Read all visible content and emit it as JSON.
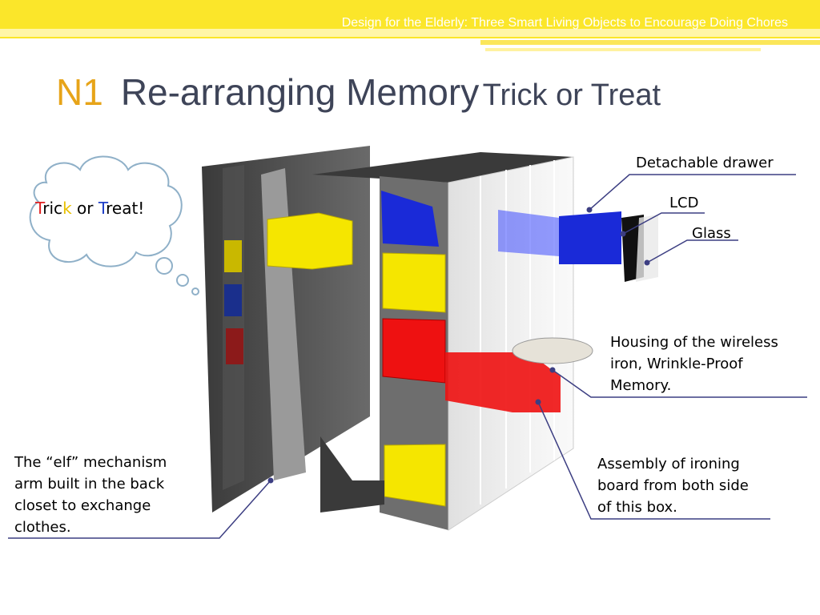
{
  "header": {
    "title": "Design for the Elderly: Three Smart Living Objects to Encourage Doing Chores"
  },
  "slide": {
    "code": "N1",
    "title_main": "Re-arranging Memory",
    "title_sub": "Trick or Treat"
  },
  "bubble": {
    "t1": "T",
    "t2": "ric",
    "t3": "k",
    "t4": " or ",
    "t5": "T",
    "t6": "reat!"
  },
  "labels": {
    "detachable_drawer": "Detachable drawer",
    "lcd": "LCD",
    "glass": "Glass",
    "housing_l1": "Housing of the wireless",
    "housing_l2": "iron, Wrinkle-Proof",
    "housing_l3": "Memory.",
    "assembly_l1": "Assembly of ironing",
    "assembly_l2": "board from both side",
    "assembly_l3": "of this box.",
    "elf_l1": "The “elf” mechanism",
    "elf_l2": "arm built in the back",
    "elf_l3": "closet to exchange",
    "elf_l4": "clothes."
  },
  "colors": {
    "accent_yellow": "#fbe62a",
    "title_orange": "#e7a419",
    "title_gray": "#3e4458",
    "line_navy": "#3c3e82"
  }
}
